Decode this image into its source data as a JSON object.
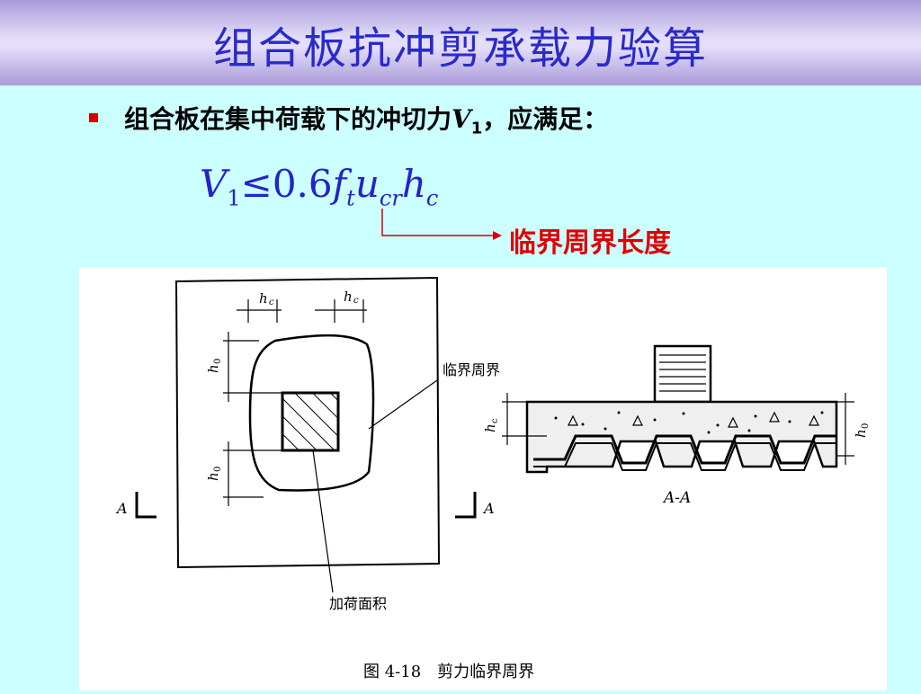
{
  "slide": {
    "title": "组合板抗冲剪承载力验算",
    "bullet": {
      "text_before": "组合板在集中荷载下的冲切力",
      "var": "V",
      "var_sub": "1",
      "text_after": "，应满足："
    },
    "formula": {
      "v": "V",
      "v_sub": "1",
      "rel": "≤0.6",
      "f": "f",
      "f_sub": "t",
      "u": "u",
      "u_sub": "cr",
      "h": "h",
      "h_sub": "c"
    },
    "annotation": "临界周界长度"
  },
  "figure": {
    "labels": {
      "hc": "h",
      "hc_sub": "c",
      "h0": "h",
      "h0_sub": "0",
      "critical_perimeter": "临界周界",
      "load_area": "加荷面积",
      "section_mark": "A",
      "section_title": "A-A",
      "caption": "图 4-18　剪力临界周界"
    }
  },
  "colors": {
    "title": "#2a2acc",
    "formula": "#2323c8",
    "note": "#e00000",
    "bullet_mark": "#d40000",
    "background": "#ccffff"
  }
}
